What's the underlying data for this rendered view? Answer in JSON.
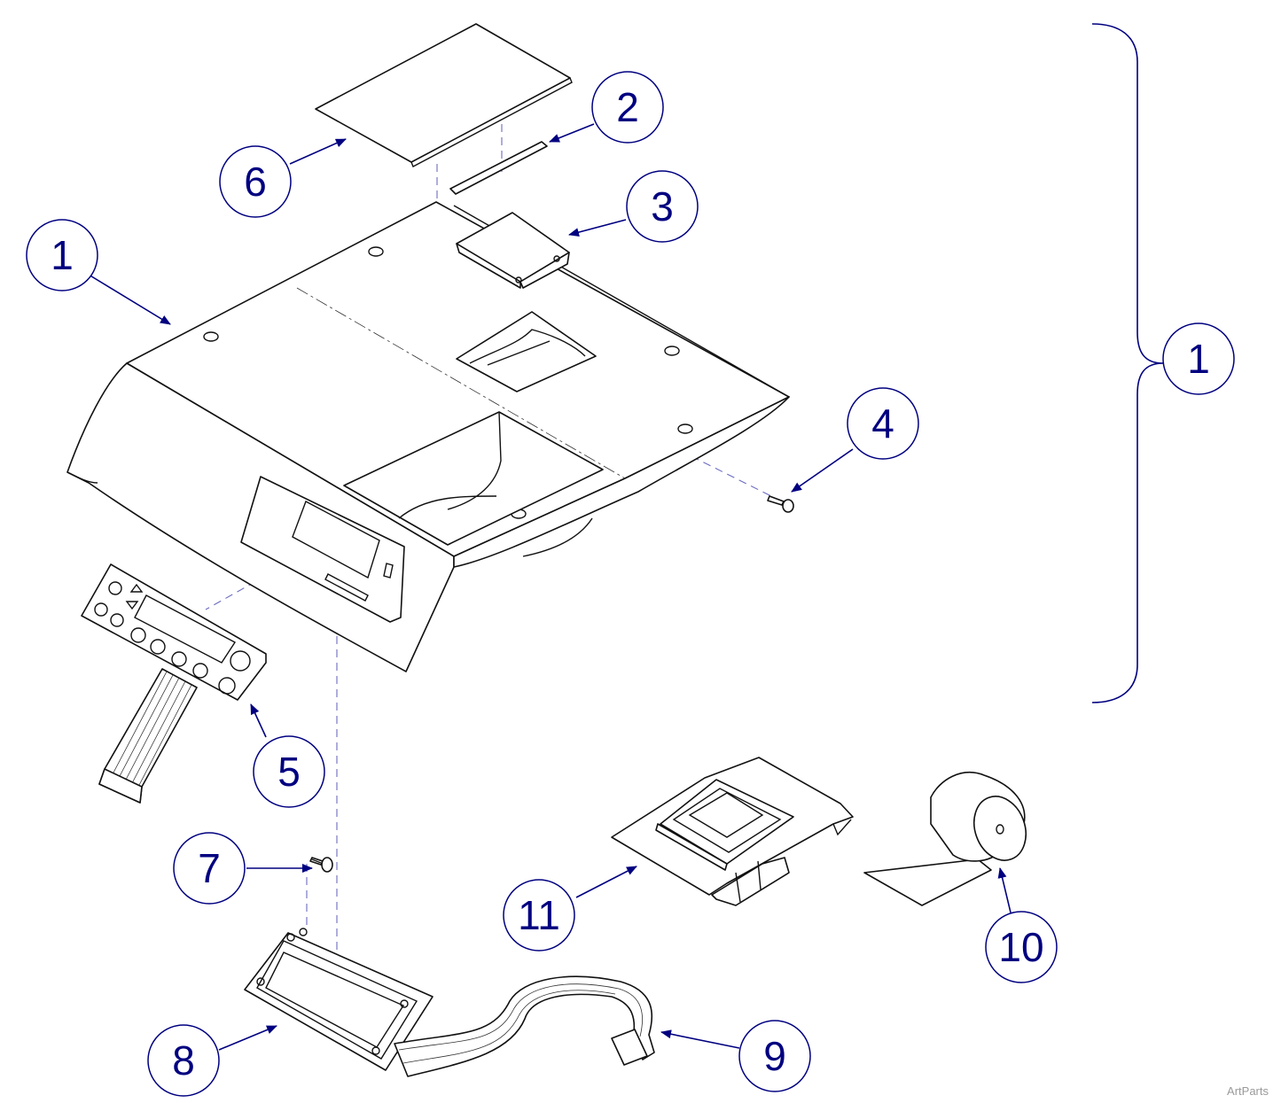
{
  "accent_color": "#000080",
  "dash_color": "#6b6bc0",
  "callouts": [
    {
      "label": "1"
    },
    {
      "label": "2"
    },
    {
      "label": "3"
    },
    {
      "label": "4"
    },
    {
      "label": "5"
    },
    {
      "label": "6"
    },
    {
      "label": "1"
    },
    {
      "label": "7"
    },
    {
      "label": "8"
    },
    {
      "label": "9"
    },
    {
      "label": "10"
    },
    {
      "label": "11"
    }
  ],
  "watermark": "ArtParts"
}
